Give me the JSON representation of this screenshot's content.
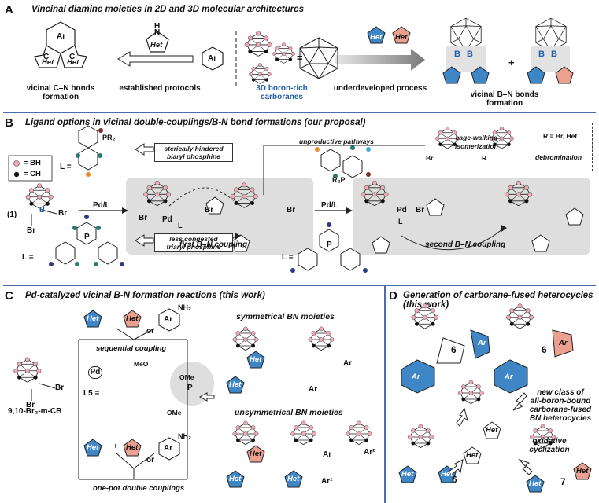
{
  "panels": {
    "A": {
      "letter": "A",
      "title": "Vincinal diamine moieties in 2D and 3D molecular architectures",
      "labels": {
        "cn_bonds": "vicinal C–N bonds\nformation",
        "established": "established protocols",
        "carboranes": "3D boron-rich\ncarboranes",
        "underdeveloped": "underdeveloped process",
        "bn_bonds": "vicinal B–N bonds\nformation",
        "equals": "=",
        "plus": "+"
      },
      "atoms": {
        "ar": "Ar",
        "het": "Het",
        "n": "N",
        "h": "H",
        "c": "C",
        "b": "B"
      }
    },
    "B": {
      "letter": "B",
      "title": "Ligand options in vicinal double-couplings/B-N bond formations (our proposal)",
      "legend": {
        "bh": "= BH",
        "ch": "= CH"
      },
      "compound_num": "(1)",
      "l_eq": "L =",
      "boxes": {
        "hindered": "sterically hindered\nbiaryl phosphine",
        "congested": "less congested\ntriaryl phosphine"
      },
      "labels": {
        "unproductive": "unproductive pathways",
        "cage_walking": "cage-walking\nisomerization",
        "debromination": "debromination",
        "r_def": "R = Br, Het",
        "first": "first B–N coupling",
        "second": "second B–N coupling",
        "pdl": "Pd/L",
        "pdl2": "Pd/L"
      },
      "atoms": {
        "br": "Br",
        "pd": "Pd",
        "l": "L",
        "r": "R",
        "r2p": "R₂P",
        "pr2": "PR₂",
        "p": "P"
      }
    },
    "C": {
      "letter": "C",
      "title": "Pd-catalyzed vicinal B-N formation reactions (this work)",
      "labels": {
        "sequential": "sequential coupling",
        "or": "or",
        "or2": "or",
        "plus": "+",
        "compound": "9,10-Br₂-m-CB",
        "l5": "L5 =",
        "pd": "Pd",
        "onepot": "one-pot double couplings",
        "symmetrical": "symmetrical BN moieties",
        "unsymmetrical": "unsymmetrical BN moieties",
        "ome": "MeO",
        "ome2": "OMe",
        "ome3": "OMe",
        "nh2": "NH₂",
        "ar": "Ar",
        "ar1": "Ar¹",
        "ar2": "Ar²"
      }
    },
    "D": {
      "letter": "D",
      "title": "Generation of carborane-fused heterocycles (this work)",
      "labels": {
        "newclass": "new class of\nall-boron-bound\ncarborane-fused\nBN heterocycles",
        "oxidative": "oxidative\ncyclization",
        "ring6": "6",
        "ring7": "7"
      }
    }
  },
  "colors": {
    "blue_het": "#3f86c6",
    "pink_het": "#eba090",
    "boron_pink": "#f2a9b5",
    "rule": "#4a6ea9",
    "gray_bg": "#dedede",
    "atom_blue": "#1f5fa8"
  }
}
